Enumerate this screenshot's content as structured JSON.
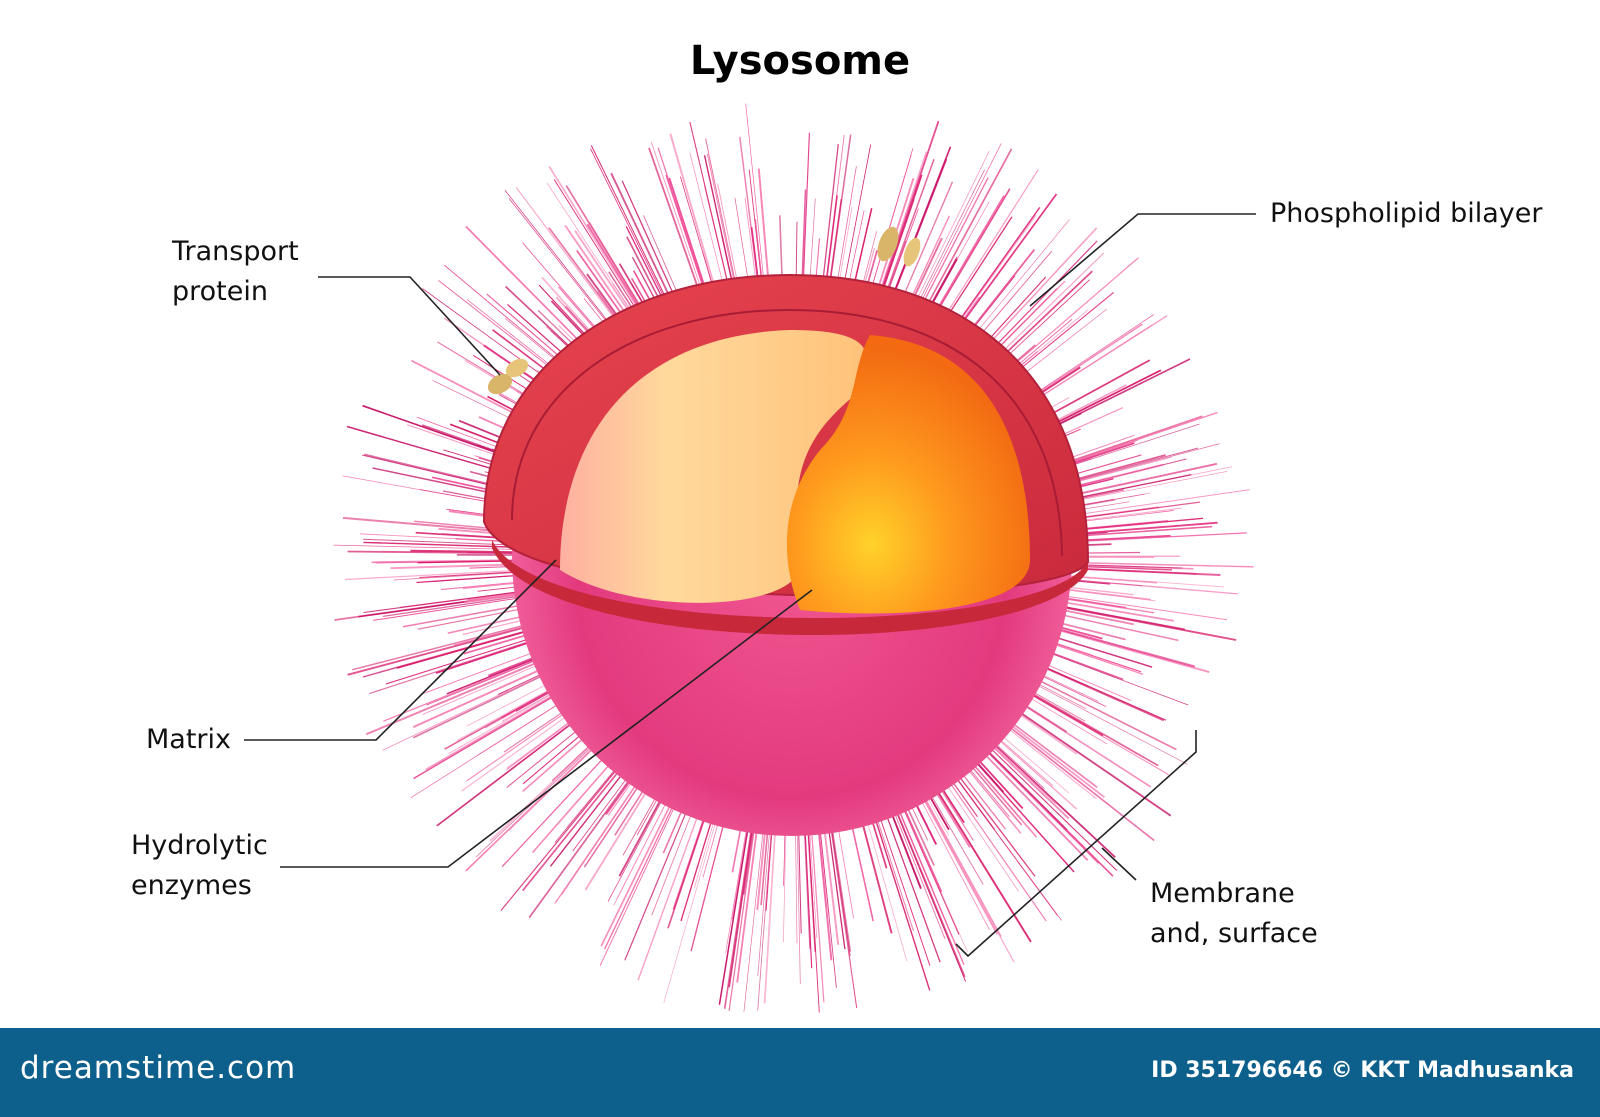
{
  "title": "Lysosome",
  "labels": {
    "transport_protein": [
      "Transport",
      "protein"
    ],
    "phospholipid_bilayer": "Phospholipid bilayer",
    "matrix": "Matrix",
    "hydrolytic_enzymes": [
      "Hydrolytic",
      "enzymes"
    ],
    "membrane_surface": [
      "Membrane",
      "and, surface"
    ]
  },
  "footer": {
    "brand": "dreamstime.com",
    "credit": "ID 351796646 © KKT Madhusanka"
  },
  "colors": {
    "fur": "#e0247a",
    "membrane": "#d93a4a",
    "matrix_light": "#ffd79a",
    "enzymes": "#ff8a1a",
    "footer": "#0d5f8c"
  }
}
